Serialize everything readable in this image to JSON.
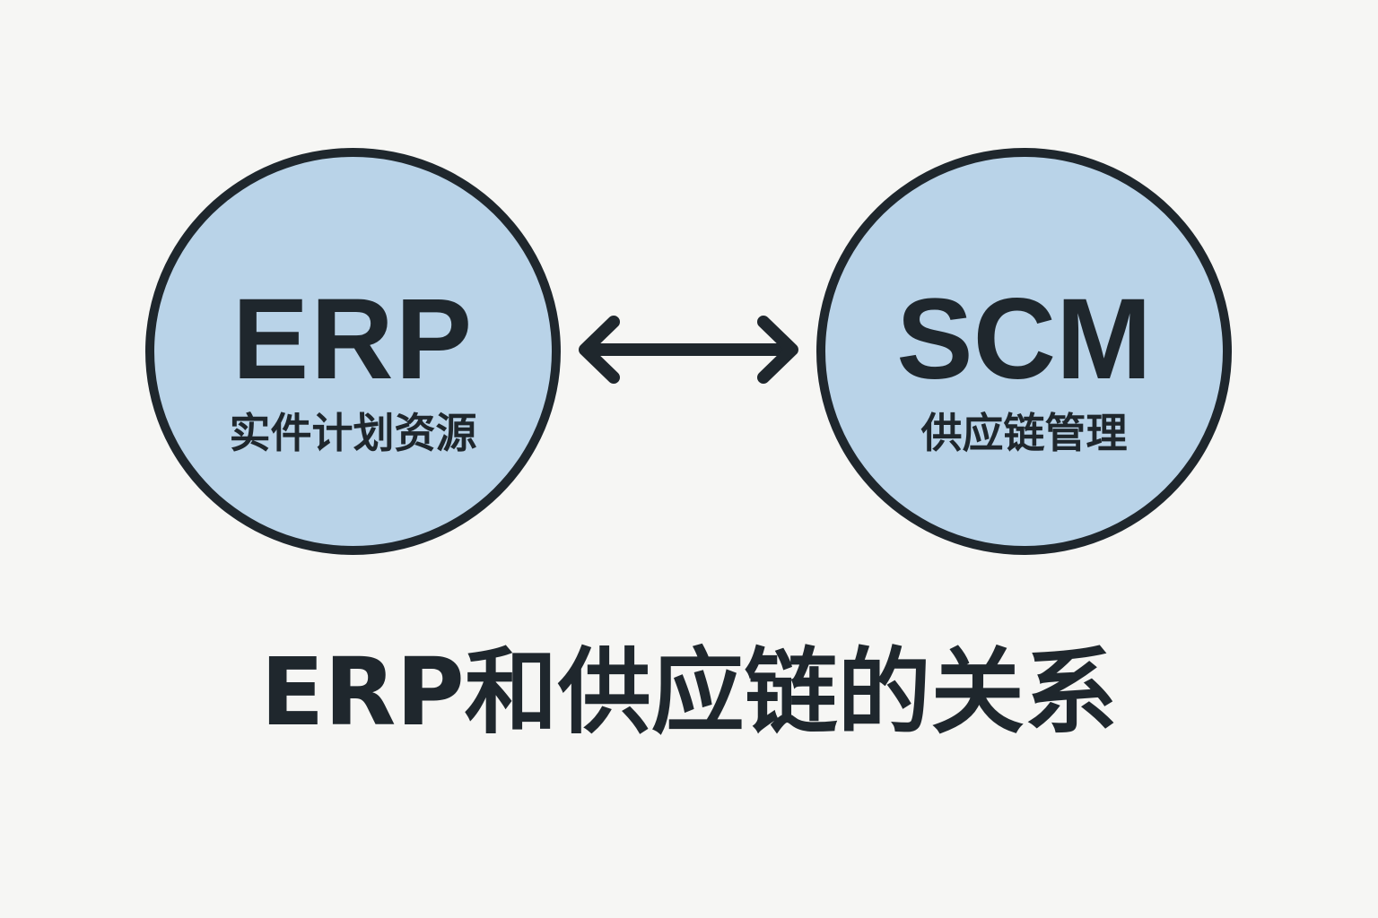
{
  "diagram": {
    "title": "ERP和供应链的关系",
    "nodes": [
      {
        "id": "erp",
        "acronym": "ERP",
        "full_name": "实件计划资源"
      },
      {
        "id": "scm",
        "acronym": "SCM",
        "full_name": "供应链管理"
      }
    ],
    "edges": [
      {
        "from": "erp",
        "to": "scm",
        "type": "bidirectional-arrow"
      }
    ],
    "colors": {
      "background": "#f6f6f4",
      "node_fill": "#b9d3e8",
      "node_stroke": "#1f272d",
      "text": "#1f272d"
    }
  }
}
